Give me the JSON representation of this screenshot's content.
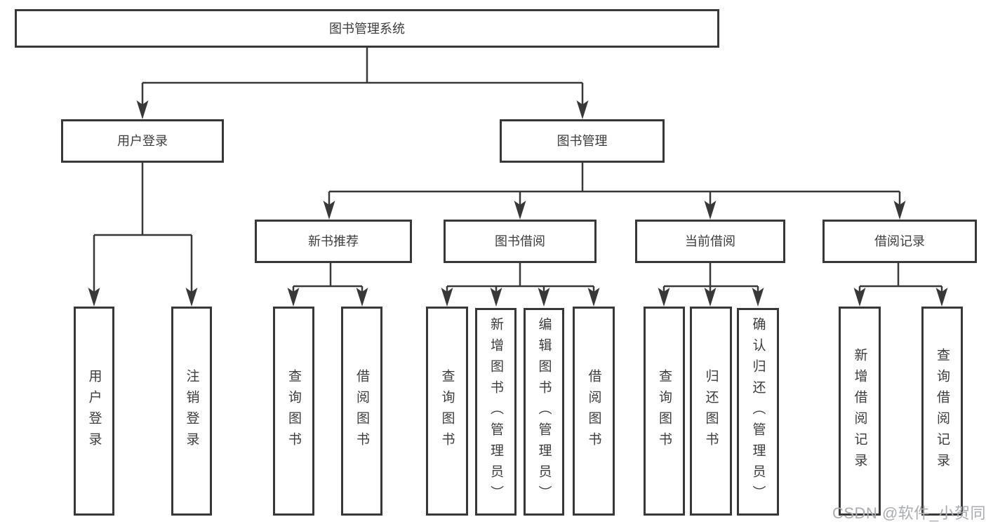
{
  "tree": {
    "label": "图书管理系统",
    "children": [
      {
        "label": "用户登录",
        "children": [
          {
            "label": "用户登录"
          },
          {
            "label": "注销登录"
          }
        ]
      },
      {
        "label": "图书管理",
        "children": [
          {
            "label": "新书推荐",
            "children": [
              {
                "label": "查询图书"
              },
              {
                "label": "借阅图书"
              }
            ]
          },
          {
            "label": "图书借阅",
            "children": [
              {
                "label": "查询图书"
              },
              {
                "label": "新增图书（管理员）"
              },
              {
                "label": "编辑图书（管理员）"
              },
              {
                "label": "借阅图书"
              }
            ]
          },
          {
            "label": "当前借阅",
            "children": [
              {
                "label": "查询图书"
              },
              {
                "label": "归还图书"
              },
              {
                "label": "确认归还（管理员）"
              }
            ]
          },
          {
            "label": "借阅记录",
            "children": [
              {
                "label": "新增借阅记录"
              },
              {
                "label": "查询借阅记录"
              }
            ]
          }
        ]
      }
    ]
  },
  "watermark": {
    "text": "CSDN @软件_小贺同学"
  },
  "colors": {
    "line": "#383838",
    "text": "#3d3d3d",
    "box_background": "#ffffff",
    "page_background": "#ffffff",
    "watermark": "#a9adb2"
  }
}
